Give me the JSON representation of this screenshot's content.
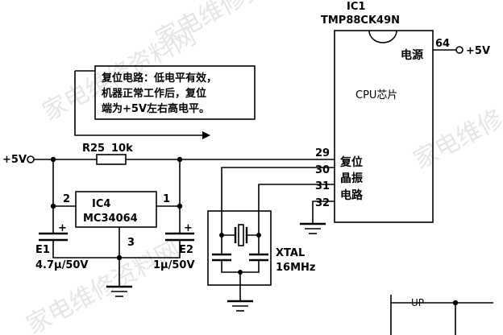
{
  "ic1": {
    "ref": "IC1",
    "part": "TMP88CK49N",
    "core_label": "CPU芯片",
    "power_label": "电源",
    "reset_label": "复位",
    "osc_label_1": "晶振",
    "osc_label_2": "电路"
  },
  "pins": {
    "p64": "64",
    "p29": "29",
    "p30": "30",
    "p31": "31",
    "p32": "32"
  },
  "supply": {
    "right": "+5V",
    "left": "+5V"
  },
  "r25": {
    "ref": "R25",
    "value": "10k"
  },
  "ic4": {
    "ref": "IC4",
    "part": "MC34064",
    "pin1": "1",
    "pin2": "2",
    "pin3": "3"
  },
  "e1": {
    "ref": "E1",
    "value": "4.7μ/50V",
    "polarity": "+"
  },
  "e2": {
    "ref": "E2",
    "value": "1μ/50V",
    "polarity": "+"
  },
  "xtal": {
    "ref": "XTAL",
    "freq": "16MHz"
  },
  "annotation": {
    "line1": "复位电路：低电平有效，",
    "line2": "机器正常工作后，复位",
    "line3": "端为+5V左右高电平。"
  },
  "fragment": {
    "label": "UP"
  }
}
